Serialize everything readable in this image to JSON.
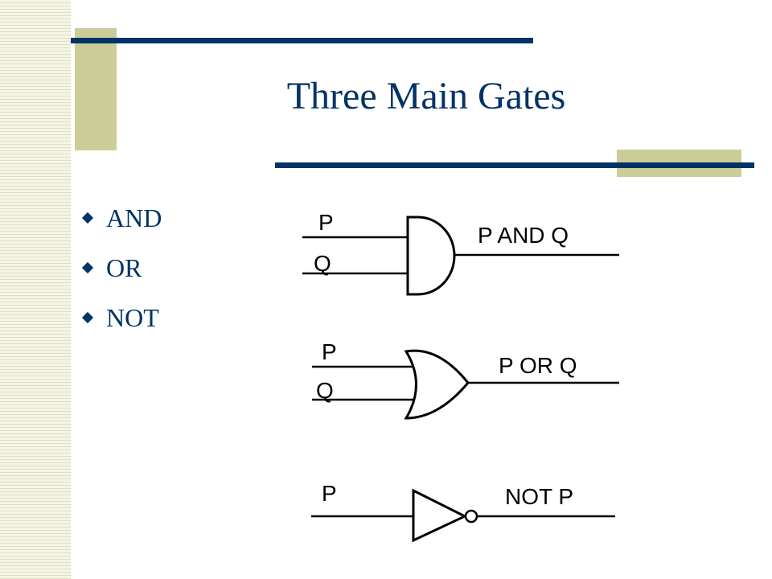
{
  "slide": {
    "title": "Three Main Gates",
    "bullets": [
      "AND",
      "OR",
      "NOT"
    ]
  },
  "diagram": {
    "and_gate": {
      "input_1": "P",
      "input_2": "Q",
      "output": "P AND Q"
    },
    "or_gate": {
      "input_1": "P",
      "input_2": "Q",
      "output": "P OR Q"
    },
    "not_gate": {
      "input_1": "P",
      "output": "NOT P"
    }
  },
  "colors": {
    "accent": "#003366",
    "tan": "#cccc99",
    "stripe": "#dedec2"
  }
}
